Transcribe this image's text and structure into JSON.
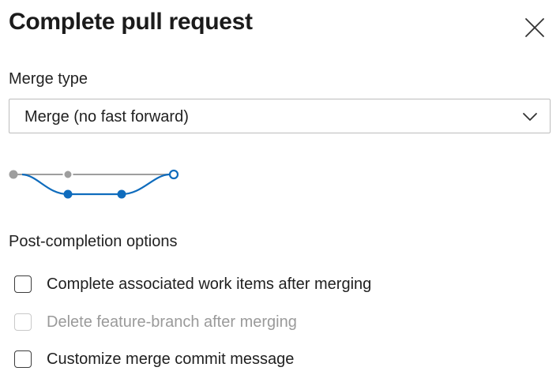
{
  "dialog": {
    "title": "Complete pull request",
    "close_icon": "close-icon"
  },
  "merge_type": {
    "label": "Merge type",
    "selected": "Merge (no fast forward)",
    "chevron_icon": "chevron-down-icon"
  },
  "diagram": {
    "icon": "merge-commit-diagram",
    "main_color": "#9e9e9e",
    "branch_color": "#0f6cbd"
  },
  "post_completion": {
    "label": "Post-completion options",
    "options": [
      {
        "label": "Complete associated work items after merging",
        "checked": false,
        "enabled": true
      },
      {
        "label": "Delete feature-branch after merging",
        "checked": false,
        "enabled": false
      },
      {
        "label": "Customize merge commit message",
        "checked": false,
        "enabled": true
      }
    ]
  }
}
